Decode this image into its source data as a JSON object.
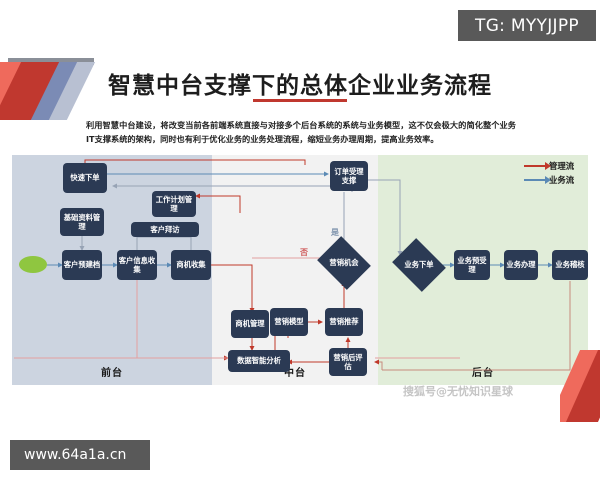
{
  "badges": {
    "tg": "TG: MYYJJPP",
    "url": "www.64a1a.cn"
  },
  "header": {
    "title": "智慧中台支撑下的总体企业业务流程",
    "subtitle": "利用智慧中台建设，将改变当前各前端系统直接与对接多个后台系统的系统与业务模型，这不仅会极大的简化整个业务IT支撑系统的架构，同时也有利于优化业务的业务处理流程，缩短业务办理周期，提高业务效率。"
  },
  "panels": {
    "front": "前台",
    "middle": "中台",
    "back": "后台"
  },
  "legend": {
    "items": [
      {
        "label": "管理流",
        "color": "#c0392b"
      },
      {
        "label": "业务流",
        "color": "#5b8ab5"
      }
    ]
  },
  "flags": {
    "yes": "是",
    "no": "否"
  },
  "watermark": "搜狐号@无忧知识星球",
  "nodes": {
    "start": "",
    "quick_order": "快速下单",
    "basic_data_mgmt": "基础资料管理",
    "work_plan_mgmt": "工作计划管理",
    "customer_visit": "客户拜访",
    "customer_prefile": "客户预建档",
    "customer_info_collect": "客户信息收集",
    "opportunity_collect": "商机收集",
    "order_accept_support": "订单受理支撑",
    "marketing_opportunity": "营销机会",
    "opportunity_mgmt": "商机管理",
    "marketing_model": "营销模型",
    "marketing_recommend": "营销推荐",
    "data_intelligent_analysis": "数据智能分析",
    "marketing_post_eval": "营销后评估",
    "business_order": "业务下单",
    "business_pre_accept": "业务预受理",
    "business_handle": "业务办理",
    "business_audit": "业务稽核"
  },
  "colors": {
    "node_fill": "#2b3a54",
    "front_panel": "#ccd4e0",
    "middle_panel": "#f2f2f2",
    "back_panel": "#e1edd9",
    "start_fill": "#8fc640",
    "mgmt_flow": "#c0392b",
    "biz_flow": "#5b8ab5",
    "accent": "#c0382f"
  }
}
